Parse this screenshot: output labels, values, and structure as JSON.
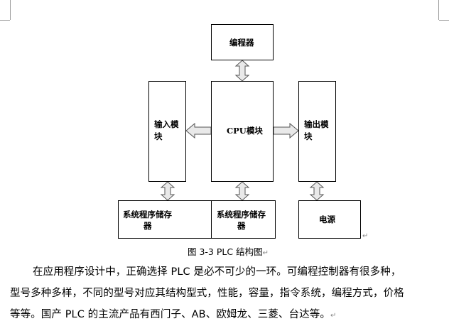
{
  "diagram": {
    "nodes": {
      "programmer": "编程器",
      "cpu": "CPU模块",
      "input_line1": "输入模",
      "input_line2": "块",
      "output_line1": "输出模",
      "output_line2": "块",
      "mem_left_line1": "系统程序储存",
      "mem_left_line2": "器",
      "mem_center_line1": "系统程序储存",
      "mem_center_line2": "器",
      "power": "电源"
    }
  },
  "caption": "图 3-3 PLC 结构图",
  "paragraph": {
    "line1": "在应用程序设计中，正确选择 PLC 是必不可少的一环。可编程控制器有很多种，",
    "line2": "型号多种多样，不同的型号对应其结构型式，性能，容量，指令系统，编程方式，价格",
    "line3": "等等。国产 PLC 的主流产品有西门子、AB、欧姆龙、三菱、台达等。"
  },
  "marks": {
    "paragraph_mark": "↵"
  }
}
